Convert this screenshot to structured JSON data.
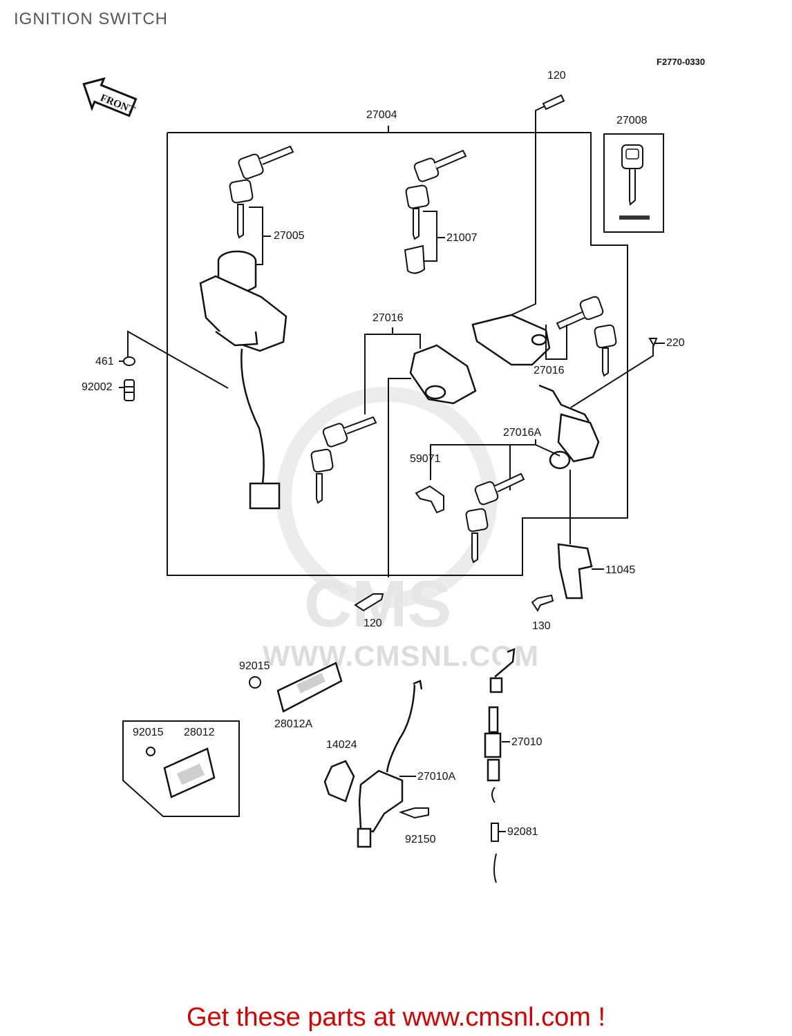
{
  "header": {
    "title": "IGNITION SWITCH",
    "figure_code": "F2770-0330"
  },
  "front_arrow": {
    "label": "FRONT"
  },
  "watermark": {
    "brand": "CMS",
    "url": "WWW.CMSNL.COM"
  },
  "parts": {
    "p27004": "27004",
    "p27005": "27005",
    "p21007": "21007",
    "p27008": "27008",
    "p120_top": "120",
    "p27016_mid": "27016",
    "p27016_right": "27016",
    "p220": "220",
    "p461": "461",
    "p92002": "92002",
    "p27016A": "27016A",
    "p59071": "59071",
    "p11045": "11045",
    "p120_bottom": "120",
    "p130": "130",
    "p92015_top": "92015",
    "p28012A": "28012A",
    "p92015_box": "92015",
    "p28012": "28012",
    "p14024": "14024",
    "p27010A": "27010A",
    "p92150": "92150",
    "p27010": "27010",
    "p92081": "92081"
  },
  "footer": {
    "promo": "Get these parts at www.cmsnl.com !"
  }
}
